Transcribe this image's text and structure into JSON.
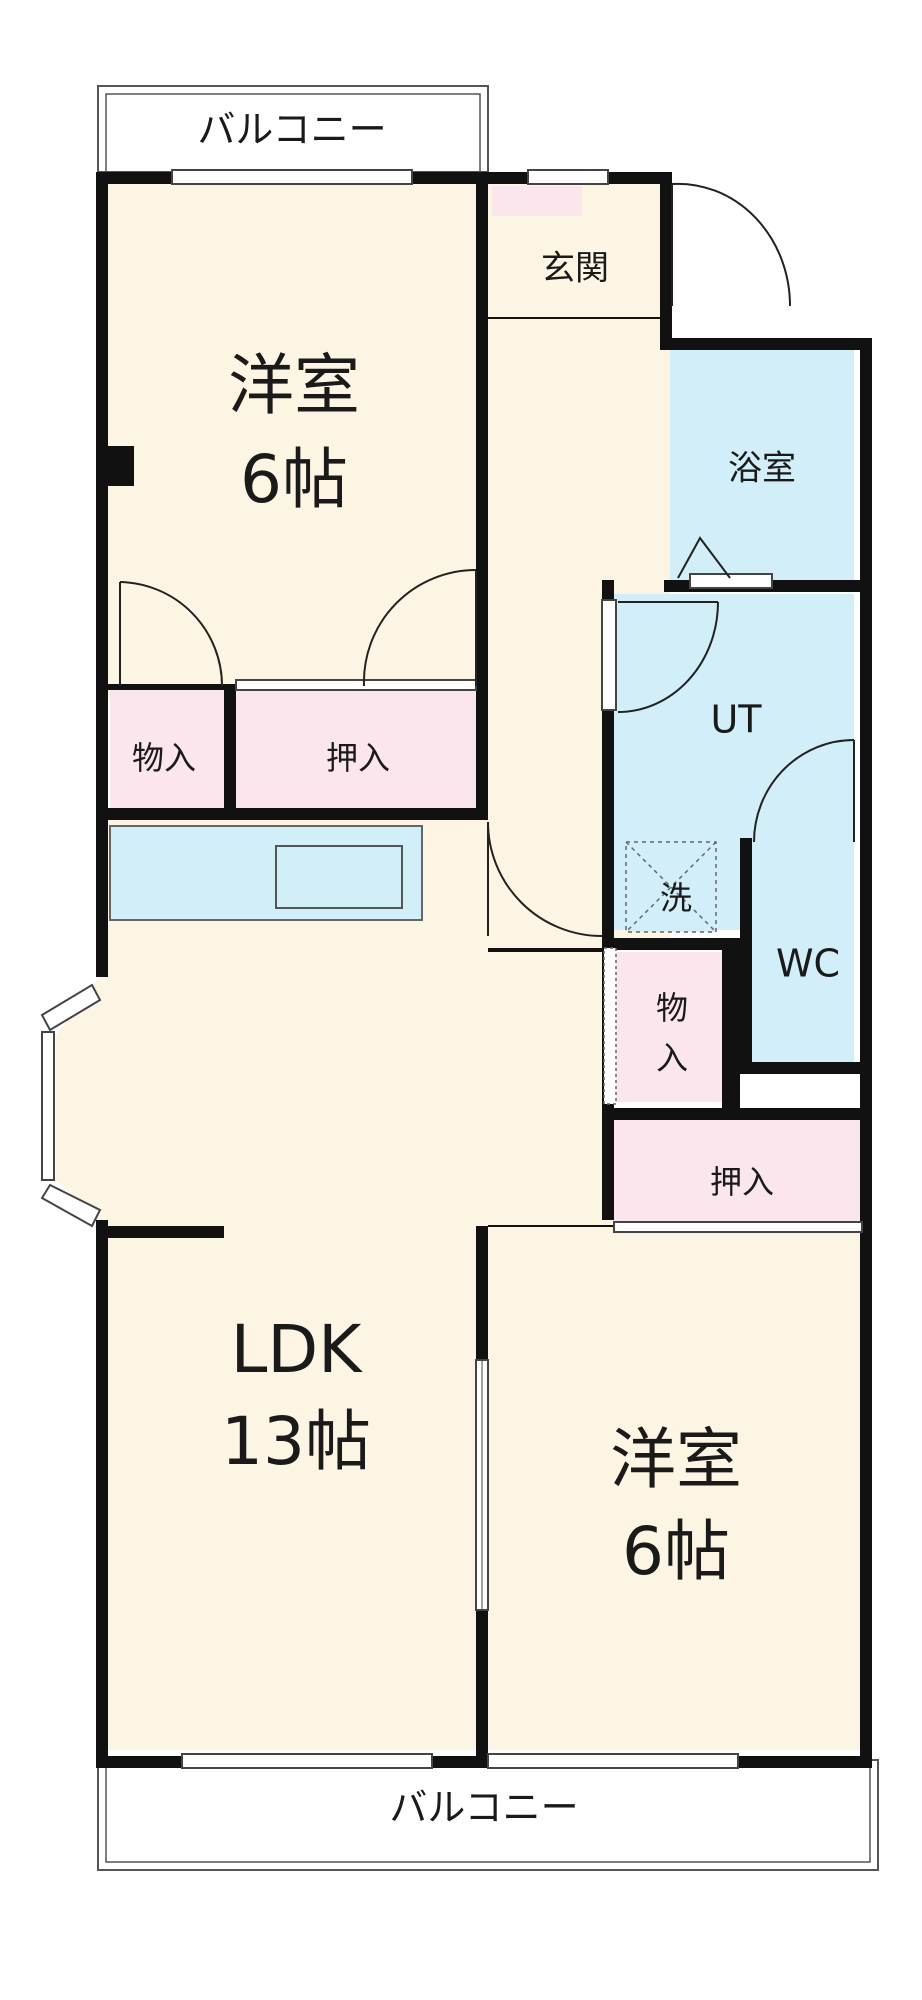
{
  "labels": {
    "balcony_top": "バルコニー",
    "balcony_bottom": "バルコニー",
    "genkan": "玄関",
    "room_tl_name": "洋室",
    "room_tl_size": "6帖",
    "yokushitsu": "浴室",
    "ut": "UT",
    "mono_left": "物入",
    "oshiire_top": "押入",
    "sen": "洗",
    "wc": "WC",
    "mono_right_1": "物",
    "mono_right_2": "入",
    "oshiire_right": "押入",
    "ldk_name": "LDK",
    "ldk_size": "13帖",
    "room_br_name": "洋室",
    "room_br_size": "6帖"
  },
  "colors": {
    "room_cream": "#fdf5e4",
    "closet_pink": "#fce6ee",
    "wet_blue": "#d1eef9",
    "wall": "#111111",
    "line": "#222222"
  }
}
